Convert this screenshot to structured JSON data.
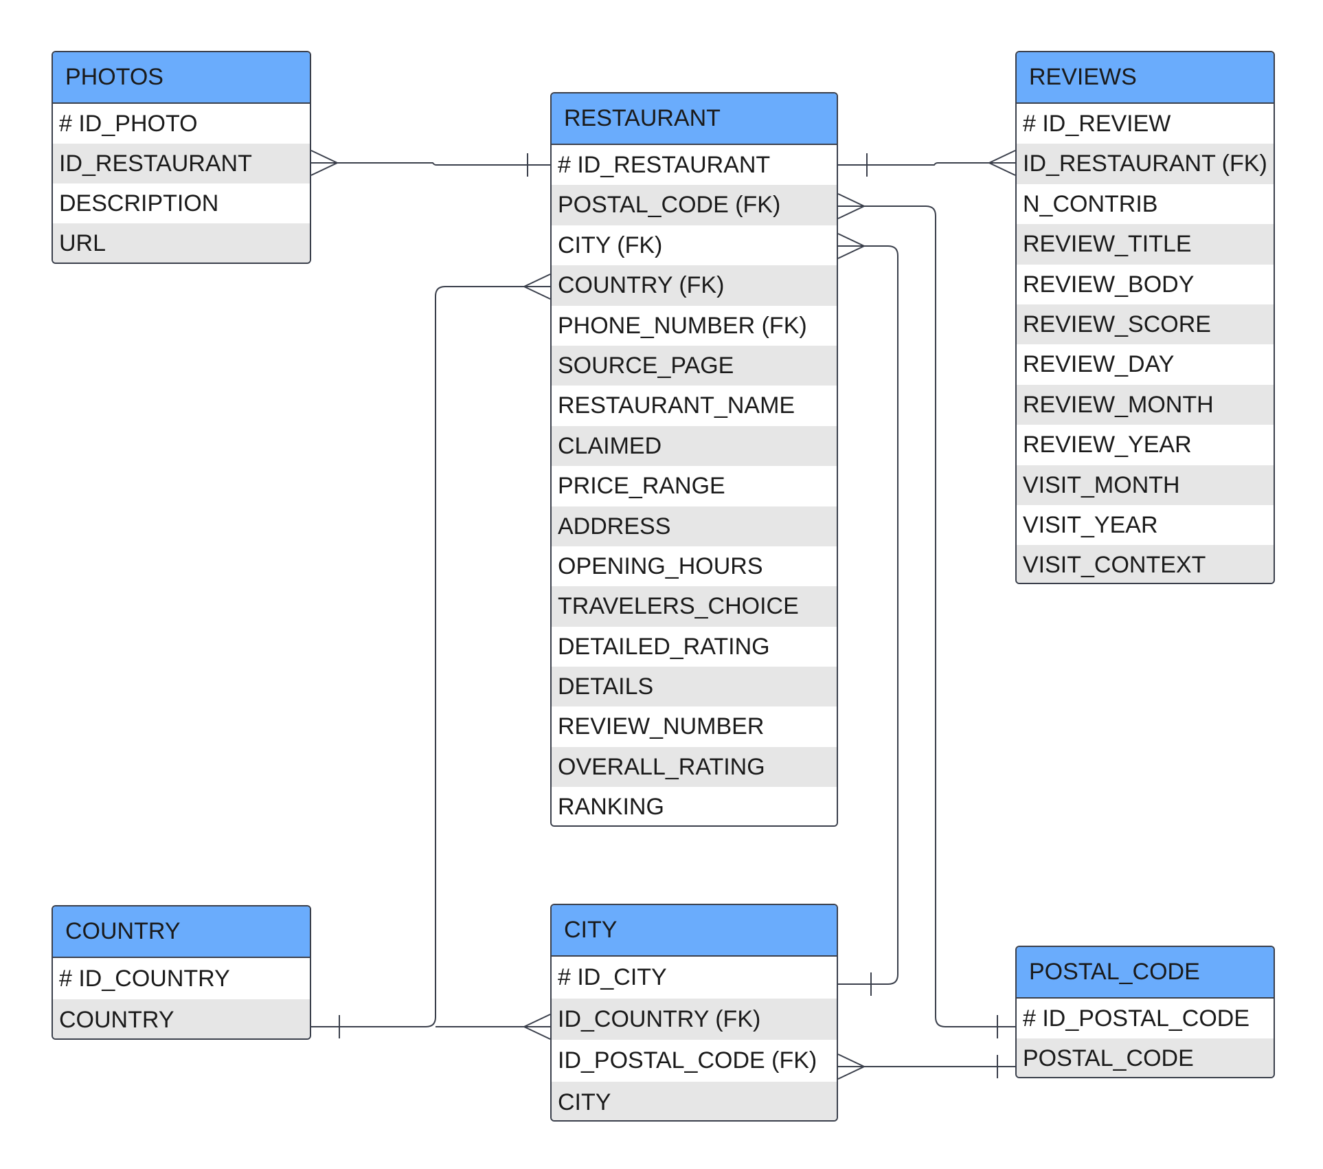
{
  "diagram": {
    "line_color": "#3a3f4b",
    "header_color": "#6aacfc",
    "stripe_color": "#e6e6e6",
    "entities": {
      "photos": {
        "title": "PHOTOS",
        "attributes": [
          "# ID_PHOTO",
          "ID_RESTAURANT",
          "DESCRIPTION",
          "URL"
        ]
      },
      "restaurant": {
        "title": "RESTAURANT",
        "attributes": [
          "# ID_RESTAURANT",
          "POSTAL_CODE (FK)",
          "CITY (FK)",
          "COUNTRY (FK)",
          "PHONE_NUMBER (FK)",
          "SOURCE_PAGE",
          "RESTAURANT_NAME",
          "CLAIMED",
          "PRICE_RANGE",
          "ADDRESS",
          "OPENING_HOURS",
          "TRAVELERS_CHOICE",
          "DETAILED_RATING",
          "DETAILS",
          "REVIEW_NUMBER",
          "OVERALL_RATING",
          "RANKING"
        ]
      },
      "reviews": {
        "title": "REVIEWS",
        "attributes": [
          "# ID_REVIEW",
          "ID_RESTAURANT (FK)",
          "N_CONTRIB",
          "REVIEW_TITLE",
          "REVIEW_BODY",
          "REVIEW_SCORE",
          "REVIEW_DAY",
          "REVIEW_MONTH",
          "REVIEW_YEAR",
          "VISIT_MONTH",
          "VISIT_YEAR",
          "VISIT_CONTEXT"
        ]
      },
      "country": {
        "title": "COUNTRY",
        "attributes": [
          "# ID_COUNTRY",
          "COUNTRY"
        ]
      },
      "city": {
        "title": "CITY",
        "attributes": [
          "# ID_CITY",
          "ID_COUNTRY (FK)",
          "ID_POSTAL_CODE (FK)",
          "CITY"
        ]
      },
      "postal_code": {
        "title": "POSTAL_CODE",
        "attributes": [
          "# ID_POSTAL_CODE",
          "POSTAL_CODE"
        ]
      }
    },
    "relationships": [
      {
        "from": "restaurant.# ID_RESTAURANT",
        "from_card": "one",
        "to": "photos.ID_RESTAURANT",
        "to_card": "many"
      },
      {
        "from": "restaurant.# ID_RESTAURANT",
        "from_card": "one",
        "to": "reviews.ID_RESTAURANT (FK)",
        "to_card": "many"
      },
      {
        "from": "postal_code.# ID_POSTAL_CODE",
        "from_card": "one",
        "to": "restaurant.POSTAL_CODE (FK)",
        "to_card": "many"
      },
      {
        "from": "city.# ID_CITY",
        "from_card": "one",
        "to": "restaurant.CITY (FK)",
        "to_card": "many"
      },
      {
        "from": "country.COUNTRY",
        "from_card": "one",
        "to": "restaurant.COUNTRY (FK)",
        "to_card": "many"
      },
      {
        "from": "country.COUNTRY",
        "from_card": "one",
        "to": "city.ID_COUNTRY (FK)",
        "to_card": "many"
      },
      {
        "from": "postal_code.POSTAL_CODE",
        "from_card": "one",
        "to": "city.ID_POSTAL_CODE (FK)",
        "to_card": "many"
      }
    ]
  }
}
